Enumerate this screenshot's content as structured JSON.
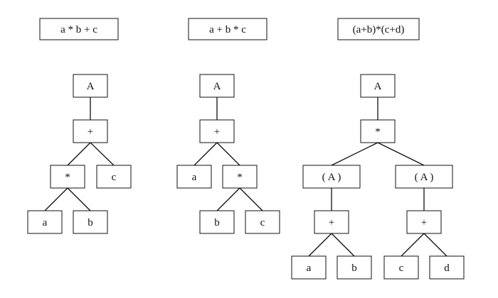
{
  "trees": [
    {
      "expression": "a * b + c",
      "nodes": [
        {
          "id": "root",
          "label": "A"
        },
        {
          "id": "plus",
          "label": "+"
        },
        {
          "id": "times",
          "label": "*"
        },
        {
          "id": "c",
          "label": "c"
        },
        {
          "id": "a",
          "label": "a"
        },
        {
          "id": "b",
          "label": "b"
        }
      ],
      "edges": [
        [
          "root",
          "plus"
        ],
        [
          "plus",
          "times"
        ],
        [
          "plus",
          "c"
        ],
        [
          "times",
          "a"
        ],
        [
          "times",
          "b"
        ]
      ]
    },
    {
      "expression": "a + b * c",
      "nodes": [
        {
          "id": "root",
          "label": "A"
        },
        {
          "id": "plus",
          "label": "+"
        },
        {
          "id": "a",
          "label": "a"
        },
        {
          "id": "times",
          "label": "*"
        },
        {
          "id": "b",
          "label": "b"
        },
        {
          "id": "c",
          "label": "c"
        }
      ],
      "edges": [
        [
          "root",
          "plus"
        ],
        [
          "plus",
          "a"
        ],
        [
          "plus",
          "times"
        ],
        [
          "times",
          "b"
        ],
        [
          "times",
          "c"
        ]
      ]
    },
    {
      "expression": "(a+b)*(c+d)",
      "nodes": [
        {
          "id": "root",
          "label": "A"
        },
        {
          "id": "times",
          "label": "*"
        },
        {
          "id": "paren1",
          "label": "( A )"
        },
        {
          "id": "paren2",
          "label": "( A )"
        },
        {
          "id": "plus1",
          "label": "+"
        },
        {
          "id": "plus2",
          "label": "+"
        },
        {
          "id": "a",
          "label": "a"
        },
        {
          "id": "b",
          "label": "b"
        },
        {
          "id": "c",
          "label": "c"
        },
        {
          "id": "d",
          "label": "d"
        }
      ],
      "edges": [
        [
          "root",
          "times"
        ],
        [
          "times",
          "paren1"
        ],
        [
          "times",
          "paren2"
        ],
        [
          "paren1",
          "plus1"
        ],
        [
          "paren2",
          "plus2"
        ],
        [
          "plus1",
          "a"
        ],
        [
          "plus1",
          "b"
        ],
        [
          "plus2",
          "c"
        ],
        [
          "plus2",
          "d"
        ]
      ]
    }
  ]
}
